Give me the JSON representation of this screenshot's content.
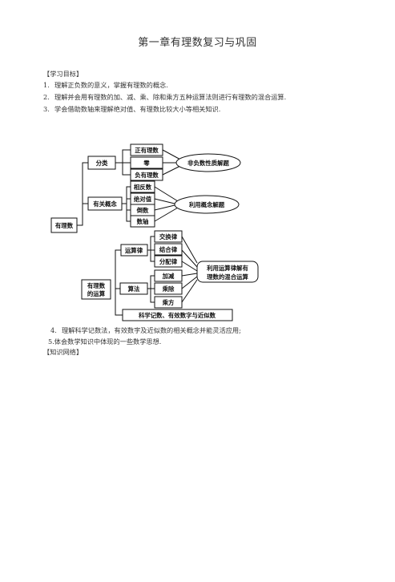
{
  "doc": {
    "title": "第一章有理数复习与巩固",
    "section_goals": "【学习目标】",
    "goals": [
      {
        "n": "1.",
        "text": "理解正负数的意义，掌握有理数的概念."
      },
      {
        "n": "2.",
        "text": "理解并会用有理数的加、减、乘、除和乘方五种运算法则进行有理数的混合运算."
      },
      {
        "n": "3.",
        "text": "学会借助数轴来理解绝对值、有理数比较大小等相关知识."
      }
    ],
    "goal4": {
      "n": "4.",
      "text": "理解科学记数法，有效数字及近似数的相关概念并能灵活应用;"
    },
    "goal5": "5.体会数学知识中体现的一些数学思想.",
    "section_network": "【知识网络】"
  },
  "mindmap": {
    "root": "有理数",
    "branch1": {
      "label": "分类",
      "items": [
        "正有理数",
        "零",
        "负有理数"
      ],
      "goal": "非负数性质解题"
    },
    "branch2": {
      "label": "有关概念",
      "items": [
        "相反数",
        "绝对值",
        "倒数",
        "数轴"
      ],
      "goal": "利用概念解题"
    },
    "branch3": {
      "label_lines": [
        "有理数",
        "的运算"
      ],
      "laws": {
        "label": "运算律",
        "items": [
          "交换律",
          "结合律",
          "分配律"
        ]
      },
      "algo": {
        "label": "算法",
        "items": [
          "加减",
          "乘除",
          "乘方"
        ]
      },
      "goal_lines": [
        "利用运算律解有",
        "理数的混合运算"
      ],
      "bottom": "科学记数、有效数字与近似数"
    }
  }
}
